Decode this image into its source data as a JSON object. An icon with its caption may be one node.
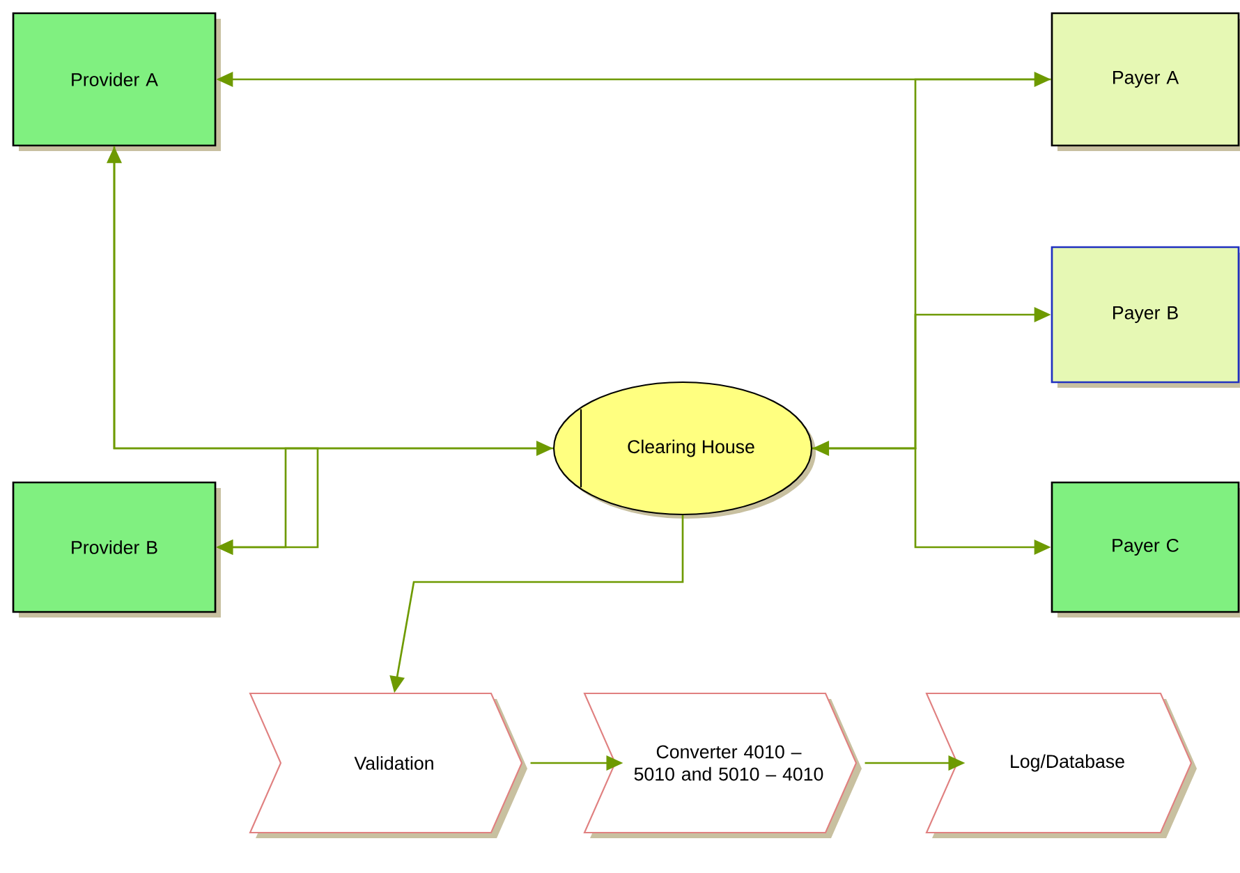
{
  "diagram": {
    "nodes": [
      {
        "text": [
          "Provider A"
        ]
      },
      {
        "text": [
          "Payer A"
        ]
      },
      {
        "text": [
          "Payer B"
        ]
      },
      {
        "text": [
          "Provider B"
        ]
      },
      {
        "text": [
          "Clearing House"
        ]
      },
      {
        "text": [
          "Payer C"
        ]
      },
      {
        "text": [
          "Validation"
        ]
      },
      {
        "text": [
          "Converter 4010 – 5010 and 5010 – 4010"
        ]
      },
      {
        "text": [
          "Log/Database"
        ]
      }
    ],
    "edges": [
      {
        "from": 0,
        "to": 1,
        "arrow": "both"
      },
      {
        "from": 1,
        "to": 4,
        "arrow": "to"
      },
      {
        "from": 4,
        "to": 2,
        "arrow": "to"
      },
      {
        "from": 4,
        "to": 5,
        "arrow": "to"
      },
      {
        "from": 0,
        "to": 4,
        "arrow": "both"
      },
      {
        "from": 0,
        "to": 3,
        "arrow": "to"
      },
      {
        "from": 4,
        "to": 3,
        "arrow": "to"
      },
      {
        "from": 4,
        "to": 6,
        "arrow": "to"
      },
      {
        "from": 6,
        "to": 7,
        "arrow": "to"
      },
      {
        "from": 7,
        "to": 8,
        "arrow": "to"
      }
    ]
  }
}
